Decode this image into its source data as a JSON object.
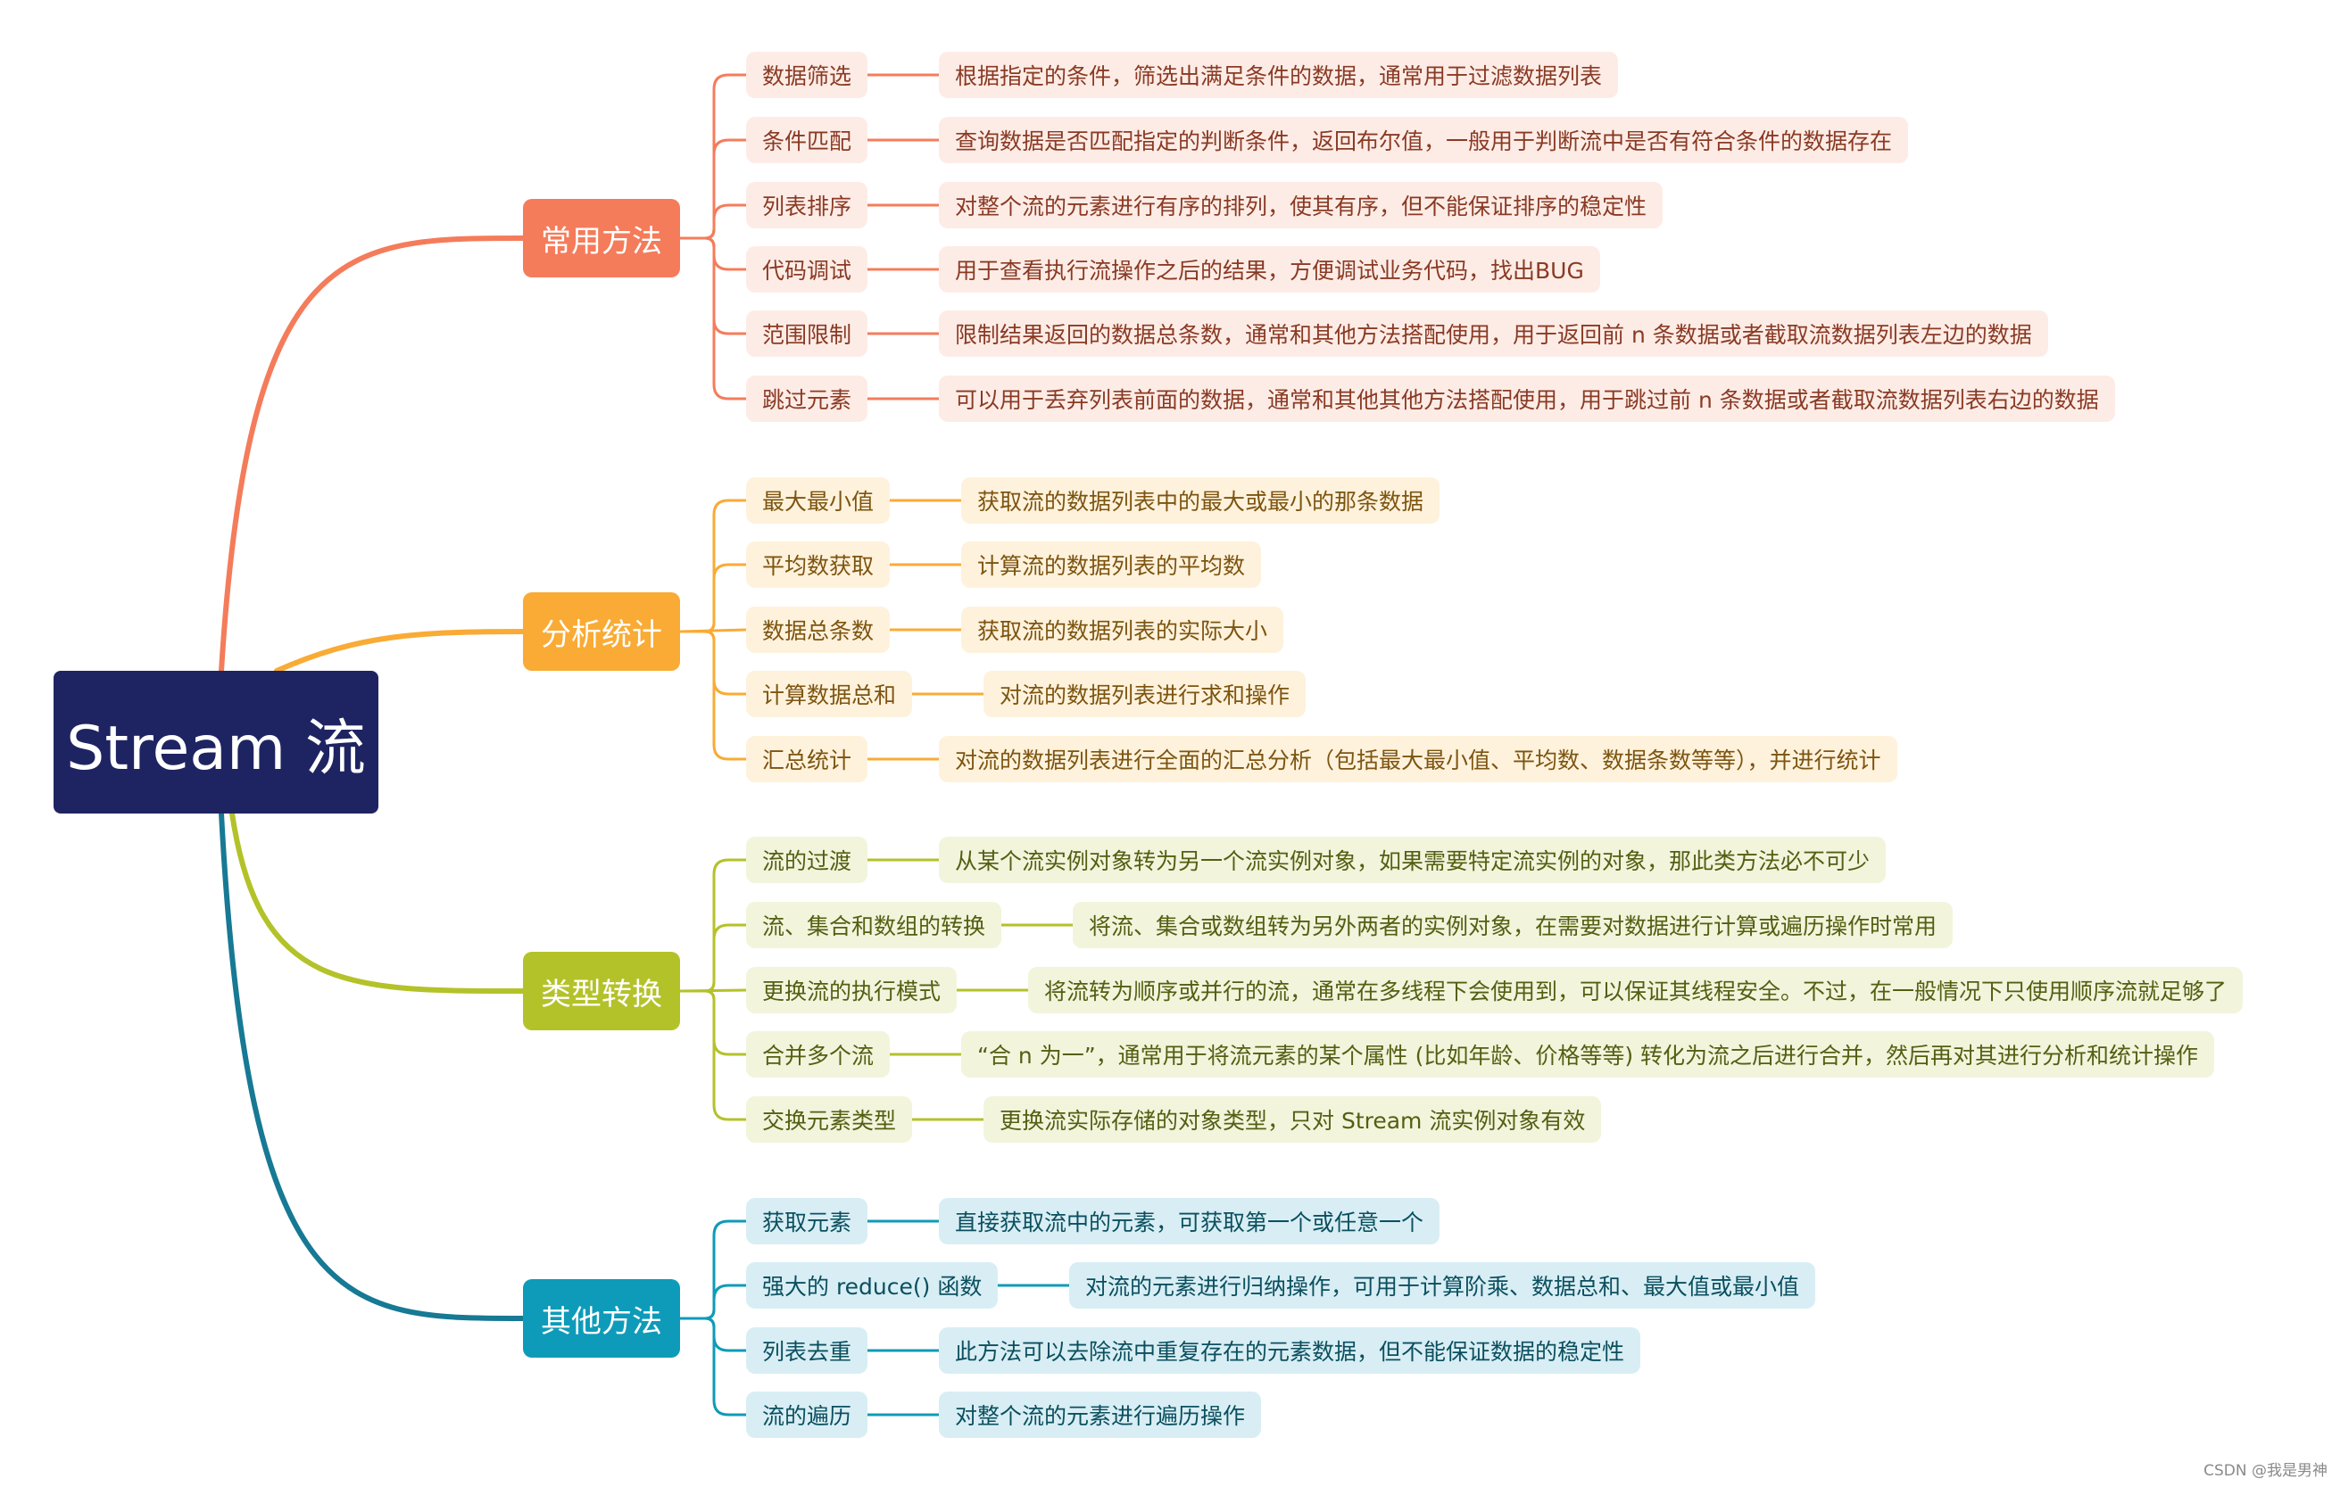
{
  "root": {
    "label": "Stream 流",
    "color": "#1e2462"
  },
  "watermark": "CSDN @我是男神",
  "categories": [
    {
      "label": "常用方法",
      "color": "#f47c5b",
      "leaf_bg": "#fdece6",
      "text_color": "#8a3a24",
      "items": [
        {
          "name": "数据筛选",
          "desc": "根据指定的条件，筛选出满足条件的数据，通常用于过滤数据列表"
        },
        {
          "name": "条件匹配",
          "desc": "查询数据是否匹配指定的判断条件，返回布尔值，一般用于判断流中是否有符合条件的数据存在"
        },
        {
          "name": "列表排序",
          "desc": "对整个流的元素进行有序的排列，使其有序，但不能保证排序的稳定性"
        },
        {
          "name": "代码调试",
          "desc": "用于查看执行流操作之后的结果，方便调试业务代码，找出BUG"
        },
        {
          "name": "范围限制",
          "desc": "限制结果返回的数据总条数，通常和其他方法搭配使用，用于返回前 n 条数据或者截取流数据列表左边的数据"
        },
        {
          "name": "跳过元素",
          "desc": "可以用于丢弃列表前面的数据，通常和其他其他方法搭配使用，用于跳过前 n 条数据或者截取流数据列表右边的数据"
        }
      ]
    },
    {
      "label": "分析统计",
      "color": "#f9ab35",
      "leaf_bg": "#fef2dc",
      "text_color": "#7d5410",
      "items": [
        {
          "name": "最大最小值",
          "desc": "获取流的数据列表中的最大或最小的那条数据"
        },
        {
          "name": "平均数获取",
          "desc": "计算流的数据列表的平均数"
        },
        {
          "name": "数据总条数",
          "desc": "获取流的数据列表的实际大小"
        },
        {
          "name": "计算数据总和",
          "desc": "对流的数据列表进行求和操作"
        },
        {
          "name": "汇总统计",
          "desc": "对流的数据列表进行全面的汇总分析（包括最大最小值、平均数、数据条数等等），并进行统计"
        }
      ]
    },
    {
      "label": "类型转换",
      "color": "#b4c22a",
      "leaf_bg": "#f2f5dc",
      "text_color": "#555e12",
      "items": [
        {
          "name": "流的过渡",
          "desc": "从某个流实例对象转为另一个流实例对象，如果需要特定流实例的对象，那此类方法必不可少"
        },
        {
          "name": "流、集合和数组的转换",
          "desc": "将流、集合或数组转为另外两者的实例对象，在需要对数据进行计算或遍历操作时常用"
        },
        {
          "name": "更换流的执行模式",
          "desc": "将流转为顺序或并行的流，通常在多线程下会使用到，可以保证其线程安全。不过，在一般情况下只使用顺序流就足够了"
        },
        {
          "name": "合并多个流",
          "desc": "“合 n 为一”，通常用于将流元素的某个属性 (比如年龄、价格等等) 转化为流之后进行合并，然后再对其进行分析和统计操作"
        },
        {
          "name": "交换元素类型",
          "desc": "更换流实际存储的对象类型，只对 Stream 流实例对象有效"
        }
      ]
    },
    {
      "label": "其他方法",
      "color": "#0e9bb9",
      "leaf_bg": "#d8eef4",
      "text_color": "#0b4f5f",
      "branch_color": "#177994",
      "items": [
        {
          "name": "获取元素",
          "desc": "直接获取流中的元素，可获取第一个或任意一个"
        },
        {
          "name": "强大的 reduce() 函数",
          "desc": "对流的元素进行归纳操作，可用于计算阶乘、数据总和、最大值或最小值"
        },
        {
          "name": "列表去重",
          "desc": "此方法可以去除流中重复存在的元素数据，但不能保证数据的稳定性"
        },
        {
          "name": "流的遍历",
          "desc": "对整个流的元素进行遍历操作"
        }
      ]
    }
  ]
}
